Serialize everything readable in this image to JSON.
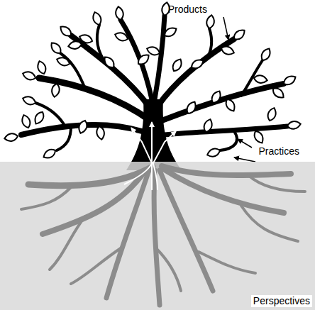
{
  "diagram": {
    "nodes": [
      {
        "text": [
          "Perspectives"
        ]
      }
    ],
    "labels": [
      "Products",
      "Practices"
    ]
  }
}
